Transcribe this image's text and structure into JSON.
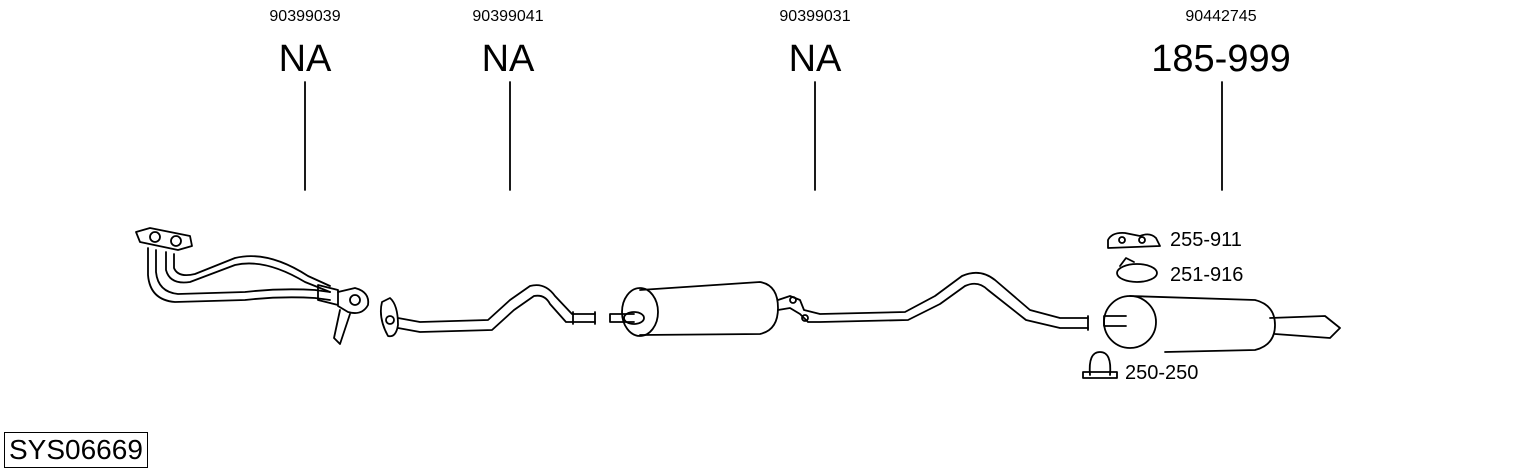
{
  "sections": [
    {
      "part_number": "90399039",
      "ref": "NA"
    },
    {
      "part_number": "90399041",
      "ref": "NA"
    },
    {
      "part_number": "90399031",
      "ref": "NA"
    },
    {
      "part_number": "90442745",
      "ref": "185-999"
    }
  ],
  "accessories": [
    {
      "ref": "255-911",
      "icon": "mounting-rubber-icon"
    },
    {
      "ref": "251-916",
      "icon": "clamp-ring-icon"
    },
    {
      "ref": "250-250",
      "icon": "u-clamp-icon"
    }
  ],
  "system_code": "SYS06669"
}
